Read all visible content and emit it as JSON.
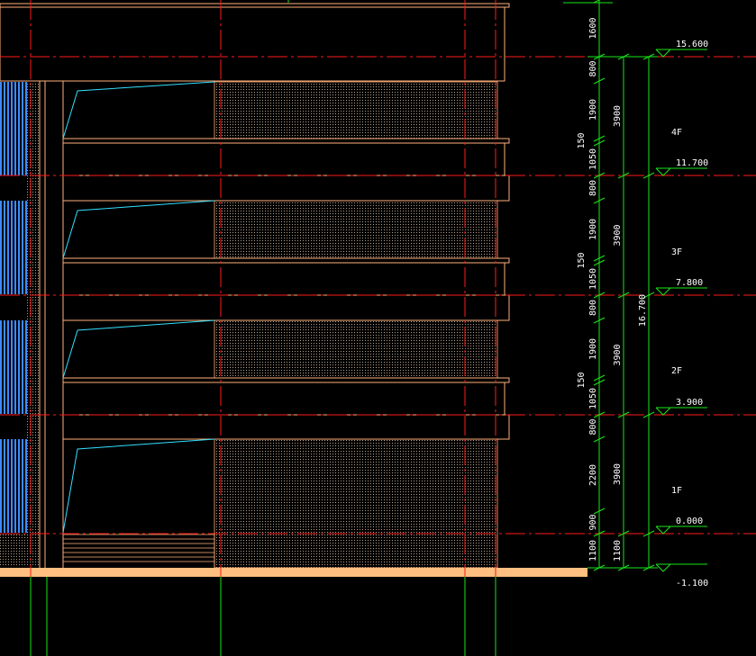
{
  "colors": {
    "background": "#000000",
    "axis": "#ff1a1a",
    "dimension": "#19e619",
    "outline": "#ffb07a",
    "ground": "#ffbf80",
    "window_frame": "#33e0ff",
    "railing": "#3d8bff",
    "hatch": "#b8a08a",
    "text": "#ffffff"
  },
  "floors": [
    {
      "label": "4F"
    },
    {
      "label": "3F"
    },
    {
      "label": "2F"
    },
    {
      "label": "1F"
    }
  ],
  "levels": [
    "15.600",
    "11.700",
    "7.800",
    "3.900",
    "0.000",
    "-1.100"
  ],
  "dimensions": {
    "col1": [
      "1600",
      "800",
      "1900",
      "150",
      "1050",
      "800",
      "1900",
      "150",
      "1050",
      "800",
      "1900",
      "150",
      "1050",
      "800",
      "2200",
      "900",
      "1100"
    ],
    "col2": [
      "3900",
      "3900",
      "3900",
      "3900",
      "1100"
    ],
    "total": "16.700"
  }
}
